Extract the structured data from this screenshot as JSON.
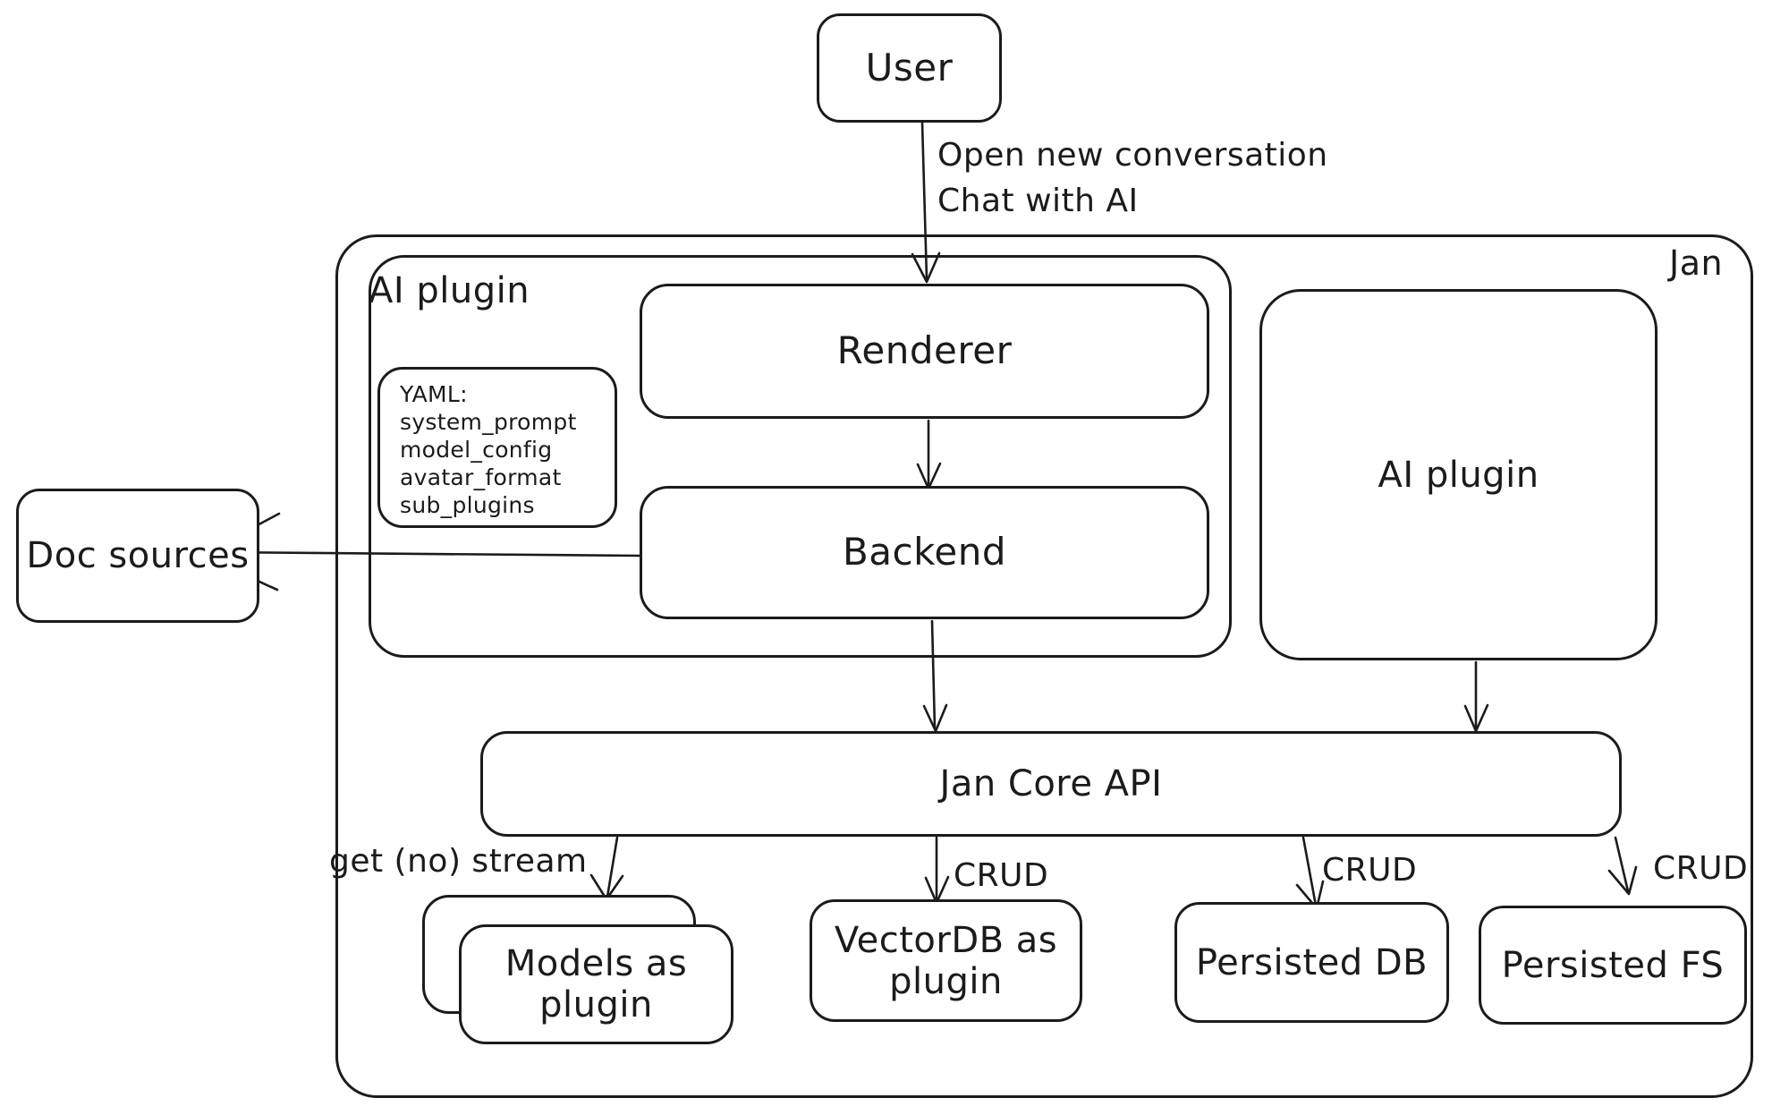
{
  "colors": {
    "stroke": "#1b1b1b",
    "background": "#ffffff",
    "text": "#1b1b1b"
  },
  "nodes": {
    "user": {
      "label": "User"
    },
    "jan_container": {
      "label": "Jan"
    },
    "ai_plugin_container": {
      "label": "AI plugin"
    },
    "renderer": {
      "label": "Renderer"
    },
    "backend": {
      "label": "Backend"
    },
    "yaml_note": {
      "lines": [
        "YAML:",
        "system_prompt",
        "model_config",
        "avatar_format",
        "sub_plugins"
      ]
    },
    "doc_sources": {
      "label": "Doc sources"
    },
    "ai_plugin_right": {
      "label": "AI plugin"
    },
    "jan_core_api": {
      "label": "Jan Core API"
    },
    "models_as_plugin": {
      "line1": "Models as",
      "line2": "plugin"
    },
    "vectordb_as_plugin": {
      "line1": "VectorDB as",
      "line2": "plugin"
    },
    "persisted_db": {
      "label": "Persisted DB"
    },
    "persisted_fs": {
      "label": "Persisted FS"
    }
  },
  "edges": {
    "user_to_renderer": {
      "line1": "Open new conversation",
      "line2": "Chat with AI"
    },
    "backend_to_doc_sources": {
      "label": ""
    },
    "jan_core_to_models": {
      "label": "get (no) stream"
    },
    "jan_core_to_vectordb": {
      "label": "CRUD"
    },
    "jan_core_to_persisted_db": {
      "label": "CRUD"
    },
    "jan_core_to_persisted_fs": {
      "label": "CRUD"
    }
  }
}
